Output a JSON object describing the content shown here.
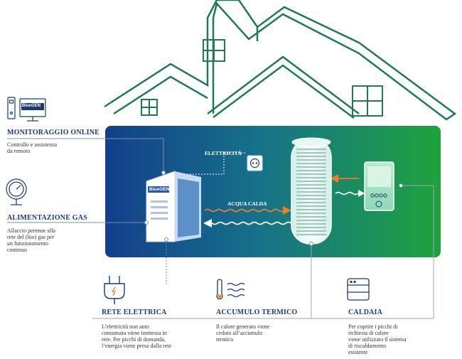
{
  "colors": {
    "band_start": "#133f8a",
    "band_end": "#1fa33d",
    "house_line": "#1f7a55",
    "title_color": "#1b3a73",
    "hot_arrow": "#f07d1f",
    "cold_arrow": "#ffffff"
  },
  "device": {
    "brand": "BlueGEN"
  },
  "monitor_icon_brand": "BlueGEN",
  "labels": {
    "electricity": "ELETTRICITÀ",
    "hot_water": "ACQUA CALDA"
  },
  "sections": {
    "monitoring": {
      "icon": "computer-icon",
      "title": "MONITORAGGIO ONLINE",
      "lines": [
        "Controllo e assistenza",
        "da remoto"
      ]
    },
    "gas": {
      "icon": "gas-meter-icon",
      "title": "ALIMENTAZIONE GAS",
      "lines": [
        "Allaccio perenne alla",
        "rete del (bio) gas per",
        "un funzionamento",
        "continuo"
      ]
    },
    "grid": {
      "icon": "power-plug-icon",
      "title": "RETE ELETTRICA",
      "lines": [
        "L’elettricità non auto",
        "consumata viene immessa in",
        "rete. Per picchi di domanda,",
        "l’energia viene presa dalla rete"
      ]
    },
    "storage": {
      "icon": "thermometer-water-icon",
      "title": "ACCUMULO TERMICO",
      "lines": [
        "Il calore generato viene",
        "ceduto all’accumulo",
        "termico"
      ]
    },
    "boiler": {
      "icon": "boiler-icon",
      "title": "CALDAIA",
      "lines": [
        "Per coprire i picchi di",
        "richiesta di calore",
        "viene utilizzato il sistema",
        "di riscaldamento",
        "esistente"
      ]
    }
  }
}
